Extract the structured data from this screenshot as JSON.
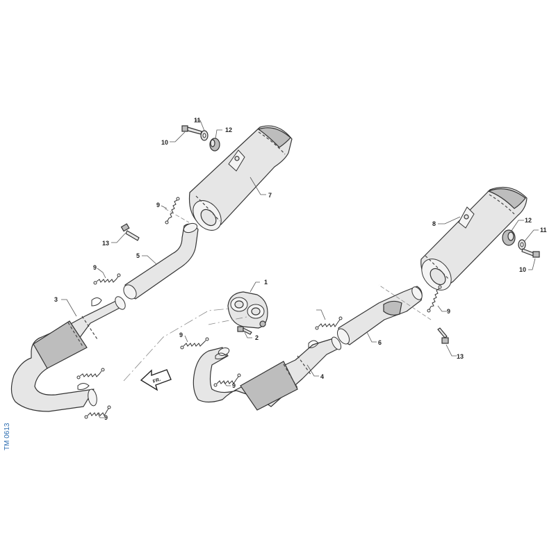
{
  "diagram": {
    "reference_code": "TM 0613",
    "direction_arrow_label": "FR."
  },
  "callouts": {
    "c1": "1",
    "c2": "2",
    "c3": "3",
    "c4": "4",
    "c5": "5",
    "c6": "6",
    "c7": "7",
    "c8": "8",
    "c9a": "9",
    "c9b": "9",
    "c9c": "9",
    "c9d": "9",
    "c9e": "9",
    "c9f": "9",
    "c10a": "10",
    "c10b": "10",
    "c11a": "11",
    "c11b": "11",
    "c12a": "12",
    "c12b": "12",
    "c13a": "13",
    "c13b": "13"
  }
}
